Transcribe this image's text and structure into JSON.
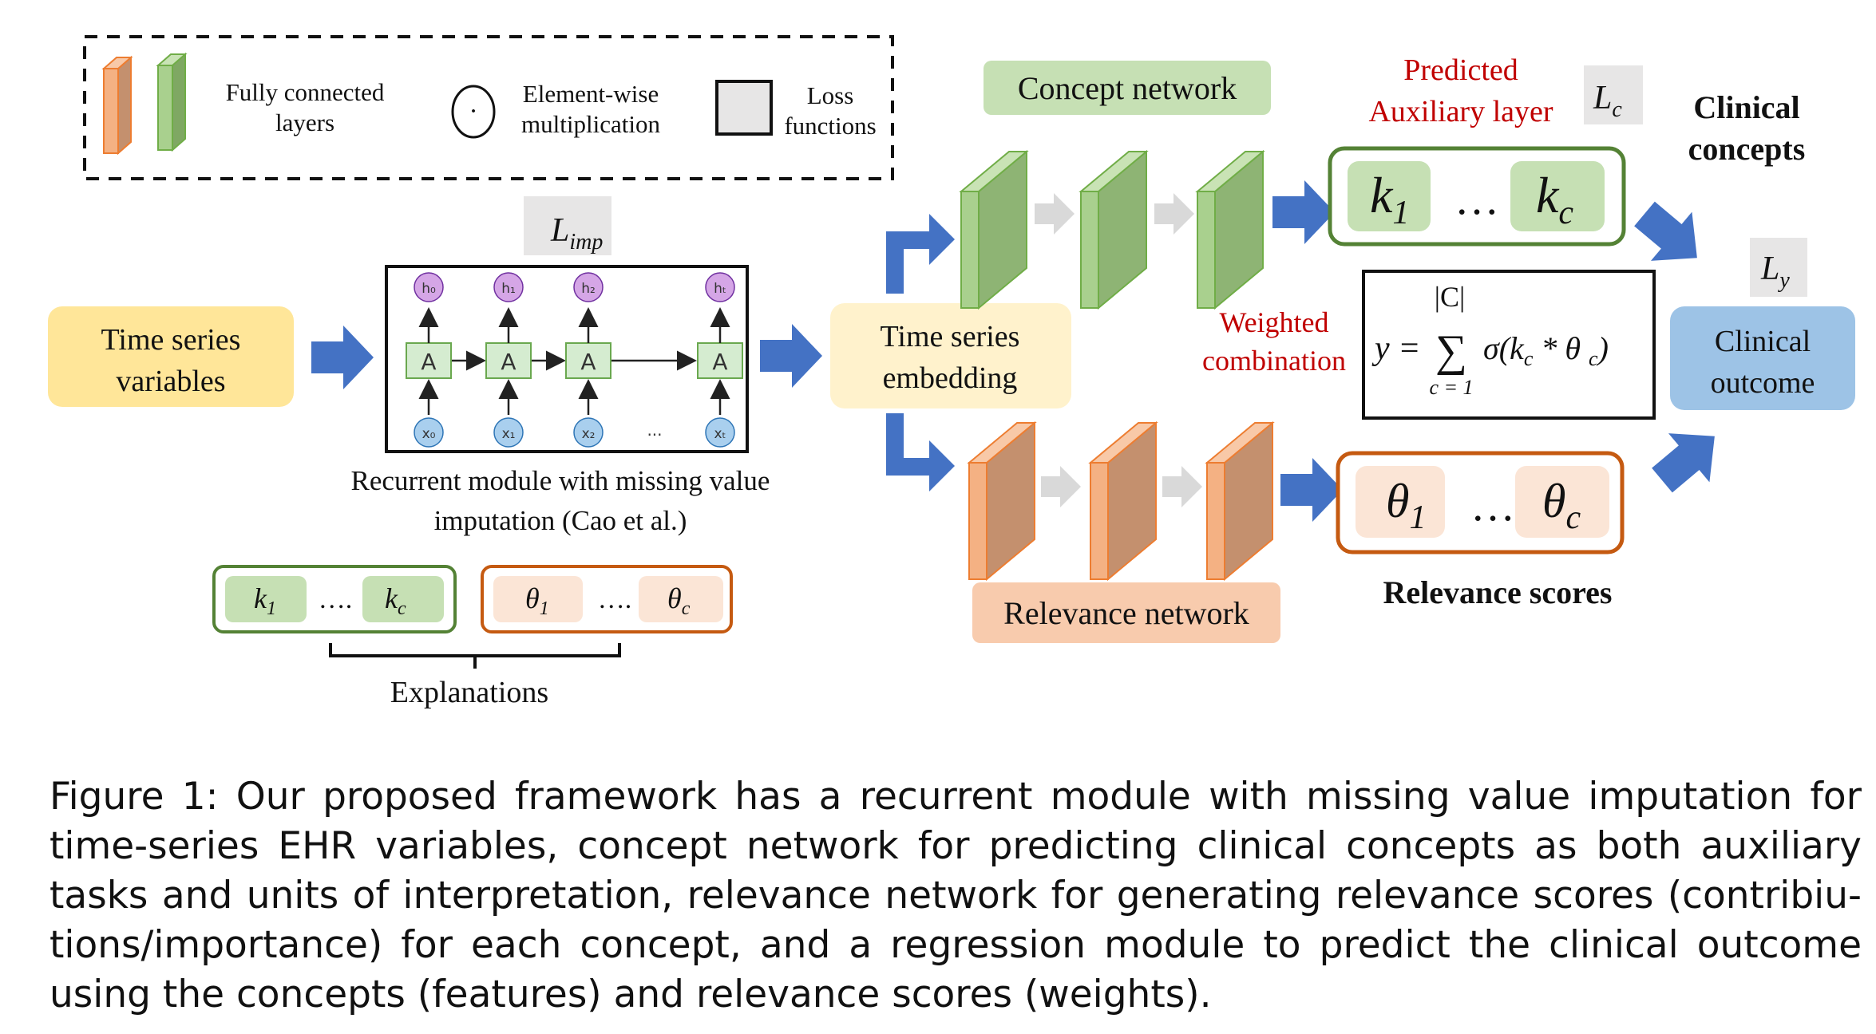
{
  "legend": {
    "fc_label_1": "Fully connected",
    "fc_label_2": "layers",
    "mult_symbol": "·",
    "mult_label_1": "Element-wise",
    "mult_label_2": "multiplication",
    "loss_label_1": "Loss",
    "loss_label_2": "functions"
  },
  "input": {
    "line1": "Time series",
    "line2": "variables"
  },
  "rnn": {
    "loss_main": "L",
    "loss_sub": "imp",
    "hidden_labels": [
      "h₀",
      "h₁",
      "h₂",
      "hₜ"
    ],
    "cell_label": "A",
    "input_labels": [
      "x₀",
      "x₁",
      "x₂",
      "xₜ"
    ],
    "ellipsis": "...",
    "caption1": "Recurrent module with missing value",
    "caption2": "imputation  (Cao et al.)"
  },
  "embedding": {
    "line1": "Time series",
    "line2": "embedding"
  },
  "concept": {
    "network_label": "Concept network",
    "predicted_1": "Predicted",
    "predicted_2": "Auxiliary layer",
    "loss_main": "L",
    "loss_sub": "c",
    "k1_main": "k",
    "k1_sub": "1",
    "dots": "…",
    "kc_main": "k",
    "kc_sub": "c",
    "title_1": "Clinical",
    "title_2": "concepts"
  },
  "relevance": {
    "network_label": "Relevance network",
    "t1_main": "θ",
    "t1_sub": "1",
    "dots": "…",
    "tc_main": "θ",
    "tc_sub": "c",
    "title": "Relevance scores"
  },
  "combination": {
    "label_1": "Weighted",
    "label_2": "combination",
    "upper": "|C|",
    "lhs": "y =",
    "sum": "∑",
    "lower": "c = 1",
    "term": "σ(k",
    "term_sub1": "c",
    "term_mid": " * θ ",
    "term_sub2": "c",
    "term_end": ")"
  },
  "outcome": {
    "loss_main": "L",
    "loss_sub": "y",
    "line1": "Clinical",
    "line2": "outcome"
  },
  "explanations": {
    "k1_main": "k",
    "k1_sub": "1",
    "dots": "….",
    "kc_main": "k",
    "kc_sub": "c",
    "t1_main": "θ",
    "t1_sub": "1",
    "tc_main": "θ",
    "tc_sub": "c",
    "label": "Explanations"
  },
  "caption": "Figure 1: Our proposed framework has a recurrent module with missing value imputation for time-series EHR variables, concept network for predicting clinical concepts as both auxiliary tasks and units of interpretation, relevance network for generating relevance scores (contribiu-tions/importance) for each concept, and a regression module to predict the clinical outcome using the concepts (features) and relevance scores (weights).",
  "colors": {
    "blue_arrow": "#4472c4",
    "green_fill": "#c6e0b4",
    "green_border": "#548235",
    "orange_fill": "#f8cbad",
    "orange_border": "#c55a11",
    "yellow": "#ffe699",
    "light_yellow": "#fff2cc",
    "light_blue": "#9dc3e6",
    "red_text": "#c00000",
    "loss_gray": "#e7e6e6",
    "rnn_green": "#d5ecd0",
    "rnn_purple": "#d5a6e6",
    "rnn_blue": "#a9cfee"
  }
}
